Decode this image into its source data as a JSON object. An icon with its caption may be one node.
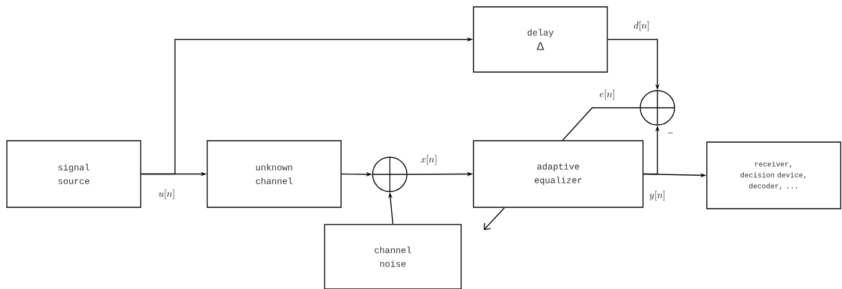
{
  "diagram": {
    "nodes": [
      {
        "text": [
          "signal source"
        ]
      },
      {
        "text": [
          "unknown channel"
        ]
      },
      {
        "text": [],
        "shape": "circle"
      },
      {
        "text": [
          "channel noise"
        ]
      },
      {
        "text": [
          "delay",
          "Δ"
        ]
      },
      {
        "text": [
          "adaptive equalizer"
        ]
      },
      {
        "text": [],
        "shape": "circle"
      },
      {
        "text": [
          "receiver, decision device, decoder, ..."
        ]
      }
    ],
    "edges": [
      {
        "from": 0,
        "to": 1,
        "arrow": "to",
        "label": "u[n]"
      },
      {
        "from": 0,
        "to": 4,
        "arrow": "to"
      },
      {
        "from": 1,
        "to": 2,
        "arrow": "to"
      },
      {
        "from": 3,
        "to": 2,
        "arrow": "to"
      },
      {
        "from": 2,
        "to": 5,
        "arrow": "to",
        "label": "x[n]"
      },
      {
        "from": 4,
        "to": 6,
        "arrow": "to",
        "label": "d[n]"
      },
      {
        "from": 5,
        "to": 7,
        "arrow": "to",
        "label": "y[n]"
      },
      {
        "from": 5,
        "to": 6,
        "arrow": "to"
      },
      {
        "from": 6,
        "to": 5,
        "arrow": "none",
        "label": "e[n]"
      },
      {
        "from": 5,
        "to": null,
        "arrow": "to"
      }
    ],
    "labels": [
      "−"
    ]
  }
}
